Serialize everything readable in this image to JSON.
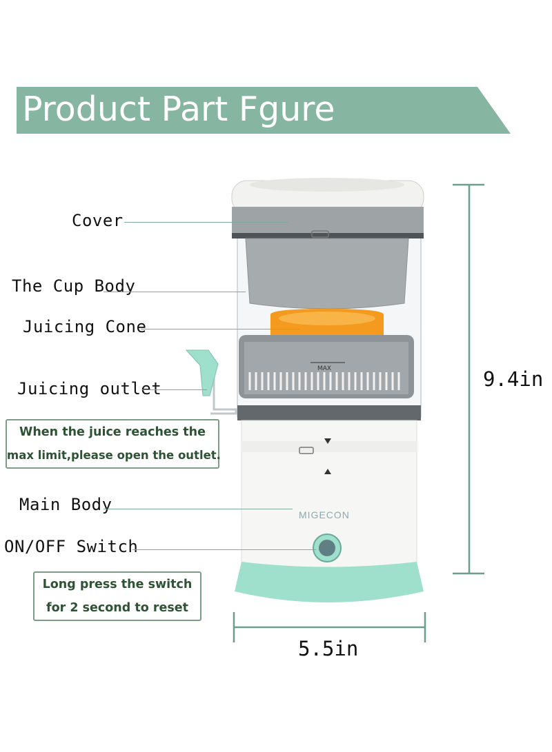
{
  "banner": {
    "title": "Product Part Fgure",
    "color": "#86b6a2"
  },
  "labels": {
    "cover": "Cover",
    "cup_body": "The Cup Body",
    "juicing_cone": "Juicing Cone",
    "juicing_outlet": "Juicing outlet",
    "main_body": "Main Body",
    "switch": "ON/OFF Switch"
  },
  "notes": {
    "outlet_line1": "When the juice reaches the",
    "outlet_line2": "max limit,please open the outlet.",
    "reset_line1": "Long press the switch",
    "reset_line2": "for 2 second to reset"
  },
  "product": {
    "brand": "MIGECON",
    "max_mark": "MAX",
    "accent_color": "#9fe0cc"
  },
  "dimensions": {
    "height": "9.4in",
    "width": "5.5in",
    "line_color": "#6e9c8a"
  }
}
